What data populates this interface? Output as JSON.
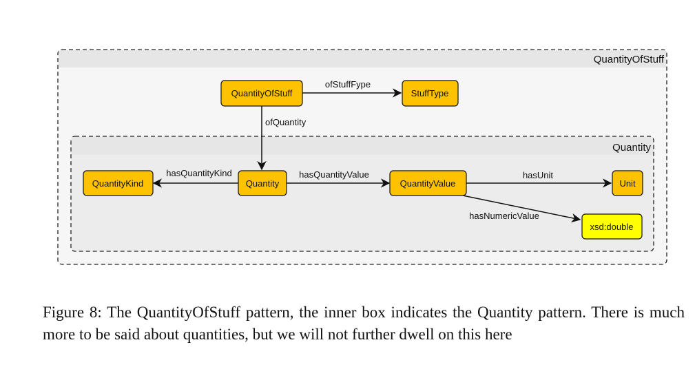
{
  "diagram": {
    "outer_container": {
      "label": "QuantityOfStuff"
    },
    "inner_container": {
      "label": "Quantity"
    },
    "nodes": {
      "quantity_of_stuff": "QuantityOfStuff",
      "stuff_type": "StuffType",
      "quantity": "Quantity",
      "quantity_kind": "QuantityKind",
      "quantity_value": "QuantityValue",
      "unit": "Unit",
      "xsd_double": "xsd:double"
    },
    "edges": {
      "of_stuff_type": "ofStuffFype",
      "of_quantity": "ofQuantity",
      "has_quantity_kind": "hasQuantityKind",
      "has_quantity_value": "hasQuantityValue",
      "has_unit": "hasUnit",
      "has_numeric_value": "hasNumericValue"
    },
    "colors": {
      "class_node_fill": "#ffc200",
      "datatype_node_fill": "#ffff00",
      "container_fill": "#ececec",
      "container_header_fill": "#e6e6e6",
      "stroke": "#111111"
    }
  },
  "caption": {
    "text": "Figure 8: The QuantityOfStuff pattern, the inner box indicates the Quantity pattern. There is much more to be said about quantities, but we will not further dwell on this here"
  }
}
